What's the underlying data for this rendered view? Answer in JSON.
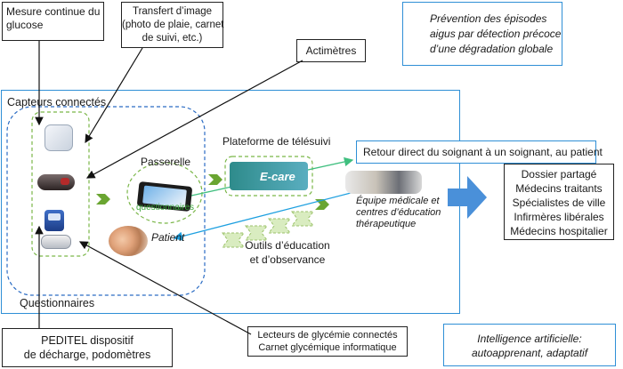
{
  "callouts": {
    "glucose": "Mesure continue du\nglucose",
    "image_transfer": "Transfert d’image\n(photo de plaie, carnet\nde suivi, etc.)",
    "actimetres": "Actimètres",
    "prevention": "Prévention des épisodes\naigus par détection précoce\nd’une dégradation globale",
    "peditel": "PEDITEL dispositif\nde décharge, podomètres",
    "glycemia_readers": "Lecteurs de glycémie connectés\nCarnet glycémique informatique",
    "ai": "Intelligence artificielle:\nautoapprenant, adaptatif"
  },
  "main": {
    "sensors_label": "Capteurs connectés",
    "gateway_label": "Passerelle",
    "questionnaires_small": "questionnaires",
    "patient_label": "Patient",
    "platform_label": "Plateforme de télésuivi",
    "ecare_logo": "E-care",
    "direct_return": "Retour direct du soignant à un soignant, au patient",
    "medical_team": "Équipe médicale et\ncentres d’éducation\nthérapeutique",
    "education_tools": "Outils d’éducation\net d’observance",
    "questionnaires": "Questionnaires"
  },
  "recipients": [
    "Dossier partagé",
    "Médecins traitants",
    "Spécialistes de ville",
    "Infirmères libérales",
    "Médecins hospitalier"
  ],
  "colors": {
    "blue_border": "#2f8fd6",
    "green_dashed": "#7ab648",
    "green_chevron": "#6aa531",
    "big_arrow": "#4a90d9",
    "teal_logo": "#2e8b8b"
  },
  "icons": [
    "glucose-sensor-icon",
    "actimeter-icon",
    "glucose-meter-icon",
    "pedometer-icon",
    "tablet-icon",
    "patient-photo-icon",
    "medical-team-photo-icon"
  ]
}
